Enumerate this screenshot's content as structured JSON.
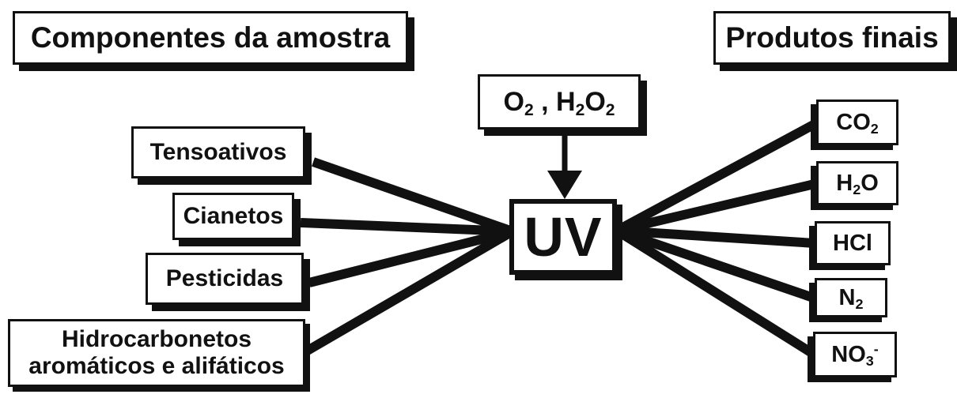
{
  "titles": {
    "left": "Componentes da amostra",
    "right": "Produtos finais"
  },
  "oxidants": {
    "o2": {
      "base": "O",
      "sub": "2"
    },
    "separator": " , ",
    "h2o2": {
      "h": "H",
      "h_sub": "2",
      "o": "O",
      "o_sub": "2"
    }
  },
  "center": {
    "label": "UV"
  },
  "components": [
    {
      "label": "Tensoativos"
    },
    {
      "label": "Cianetos"
    },
    {
      "label": "Pesticidas"
    },
    {
      "line1": "Hidrocarbonetos",
      "line2": "aromáticos e alifáticos"
    }
  ],
  "products": {
    "co2": {
      "base": "CO",
      "sub": "2"
    },
    "h2o": {
      "h": "H",
      "sub": "2",
      "o": "O"
    },
    "hcl": {
      "label": "HCl"
    },
    "n2": {
      "base": "N",
      "sub": "2"
    },
    "no3": {
      "base": "NO",
      "sub": "3",
      "sup": "-"
    }
  },
  "colors": {
    "ink": "#111111",
    "background": "#ffffff"
  }
}
